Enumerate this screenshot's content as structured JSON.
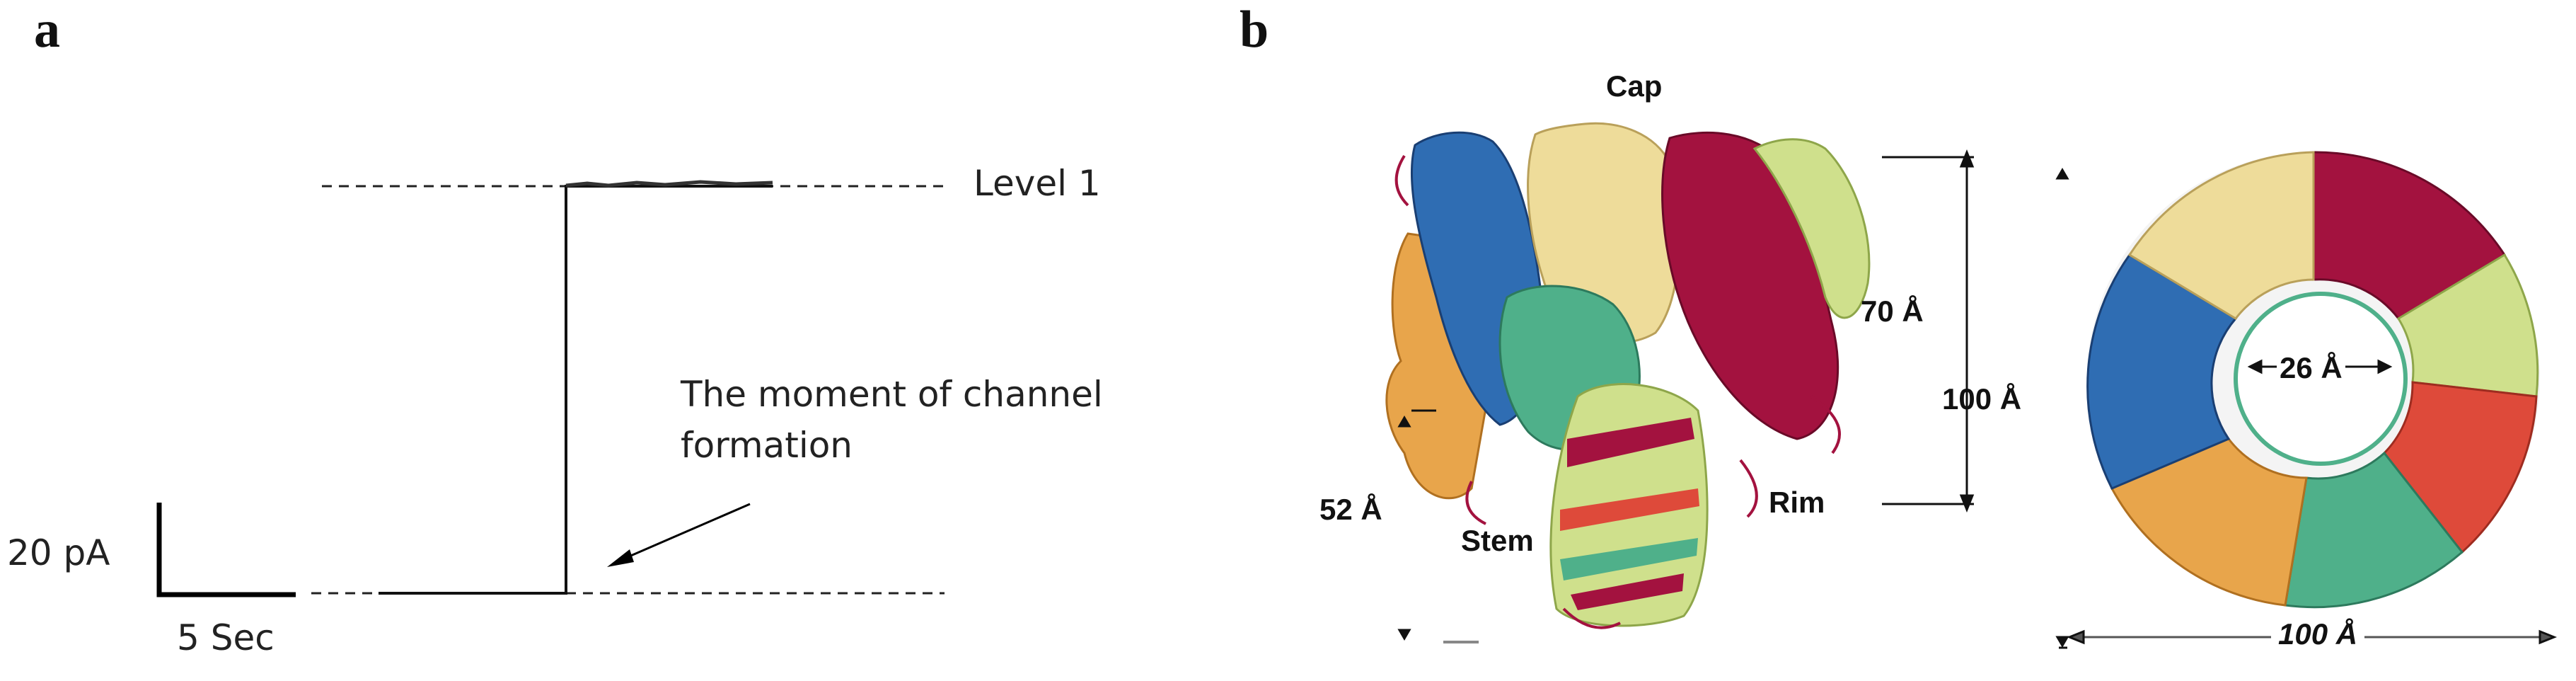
{
  "figure": {
    "panel_a": {
      "letter": "a",
      "level_label": "Level 1",
      "annotation_line1": "The moment of channel",
      "annotation_line2": "formation",
      "scale_current": "20 pA",
      "scale_time": "5 Sec"
    },
    "panel_b": {
      "letter": "b",
      "cap_label": "Cap",
      "rim_label": "Rim",
      "stem_label": "Stem",
      "dim_70": "70 Å",
      "dim_100_height": "100 Å",
      "dim_52": "52 Å",
      "dim_26": "26 Å",
      "dim_100_width": "100 Å"
    },
    "colors": {
      "blue": "#2f6db3",
      "yellow": "#eedc9a",
      "red": "#a3123f",
      "orange": "#e8a54b",
      "teal": "#4fb08a",
      "lime": "#cfe08c",
      "coral": "#de4a3a"
    }
  }
}
